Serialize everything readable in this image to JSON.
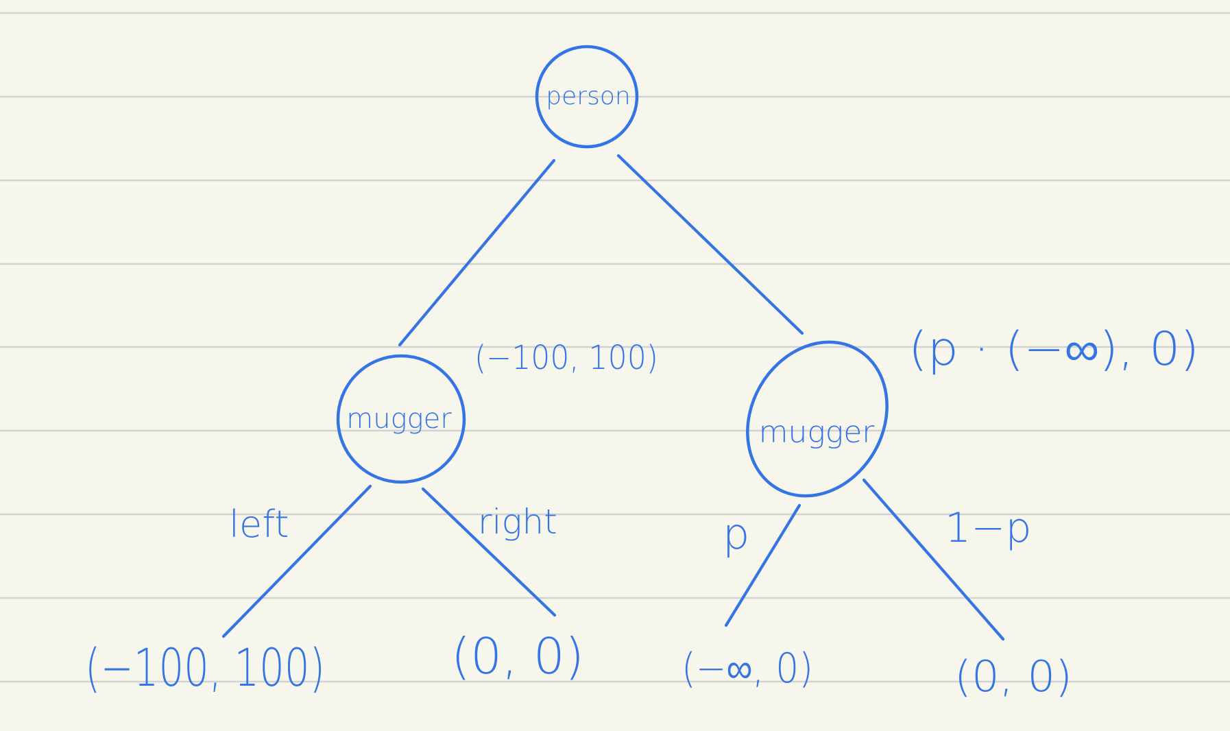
{
  "diagram": {
    "nodes": {
      "root": {
        "label": "person"
      },
      "left": {
        "label": "mugger"
      },
      "right": {
        "label": "mugger"
      }
    },
    "edge_labels": {
      "left_left": "left",
      "left_right": "right",
      "right_left": "p",
      "right_right": "1−p"
    },
    "payoffs": {
      "root_left": "(−100, 100)",
      "root_right": "(p · (−∞), 0)",
      "left_left": "(−100, 100)",
      "left_right": "(0, 0)",
      "right_left": "(−∞, 0)",
      "right_right": "(0, 0)"
    },
    "colors": {
      "ink": "#3574e5",
      "paper": "#f6f6ec",
      "rule": "#d2d2d2"
    }
  }
}
